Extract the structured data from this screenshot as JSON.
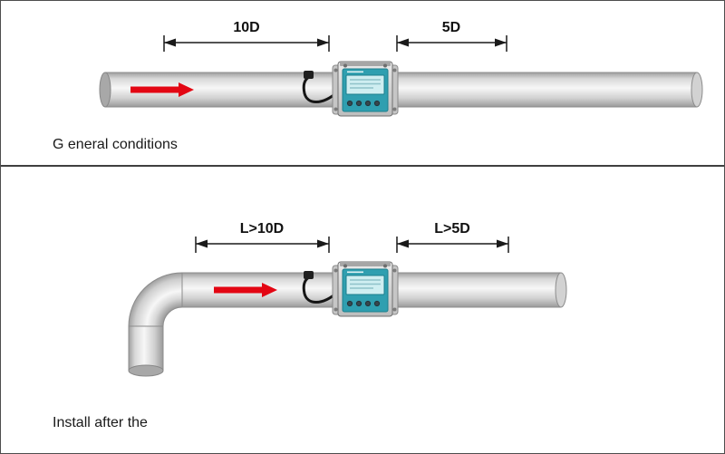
{
  "panels": [
    {
      "caption": "G eneral conditions",
      "dim_upstream": "10D",
      "dim_downstream": "5D"
    },
    {
      "caption": "Install after the",
      "dim_upstream": "L>10D",
      "dim_downstream": "L>5D"
    }
  ],
  "colors": {
    "flow_arrow": "#e30613",
    "meter_faceplate": "#2f9fb0",
    "meter_screen": "#cfeef1",
    "dimension": "#1a1a1a"
  }
}
